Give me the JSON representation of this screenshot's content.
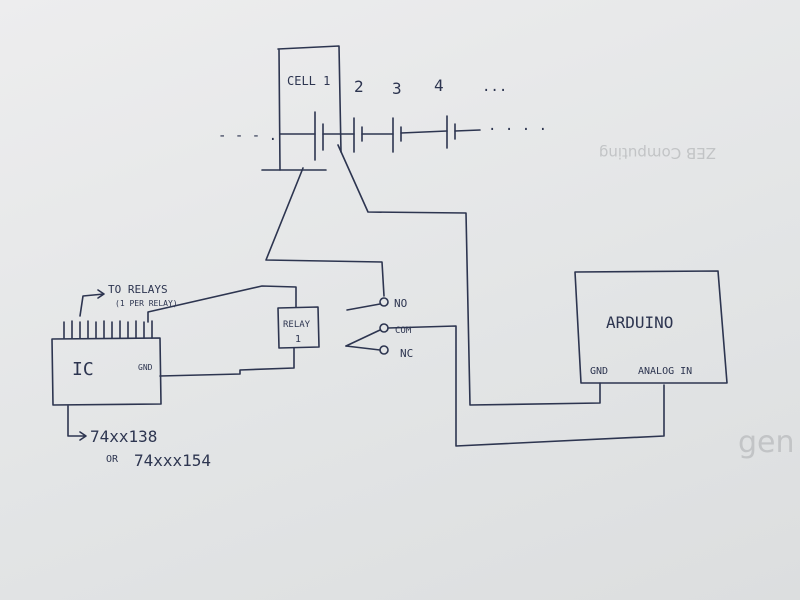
{
  "labels": {
    "cell1": "CELL 1",
    "cell2": "2",
    "cell3": "3",
    "cell4": "4",
    "dots_right": "...",
    "chain_left": "- - - .",
    "chain_right": "· · · ·",
    "to_relays": "TO RELAYS",
    "per_relay": "(1 PER RELAY)",
    "ic": "IC",
    "ic_gnd": "GND",
    "relay": "RELAY",
    "relay_num": "1",
    "no": "NO",
    "com": "COM",
    "nc": "NC",
    "arduino": "ARDUINO",
    "arduino_gnd": "GND",
    "arduino_analog": "ANALOG IN",
    "part1": "74xx138",
    "part_or": "OR",
    "part2": "74xxx154"
  },
  "background_text": {
    "mirrored_top": "ZEB Computing",
    "partial_right": "gen"
  },
  "colors": {
    "ink": "#2d3550",
    "board": "#e6e8e9",
    "ghost": "#c2c4c6"
  }
}
